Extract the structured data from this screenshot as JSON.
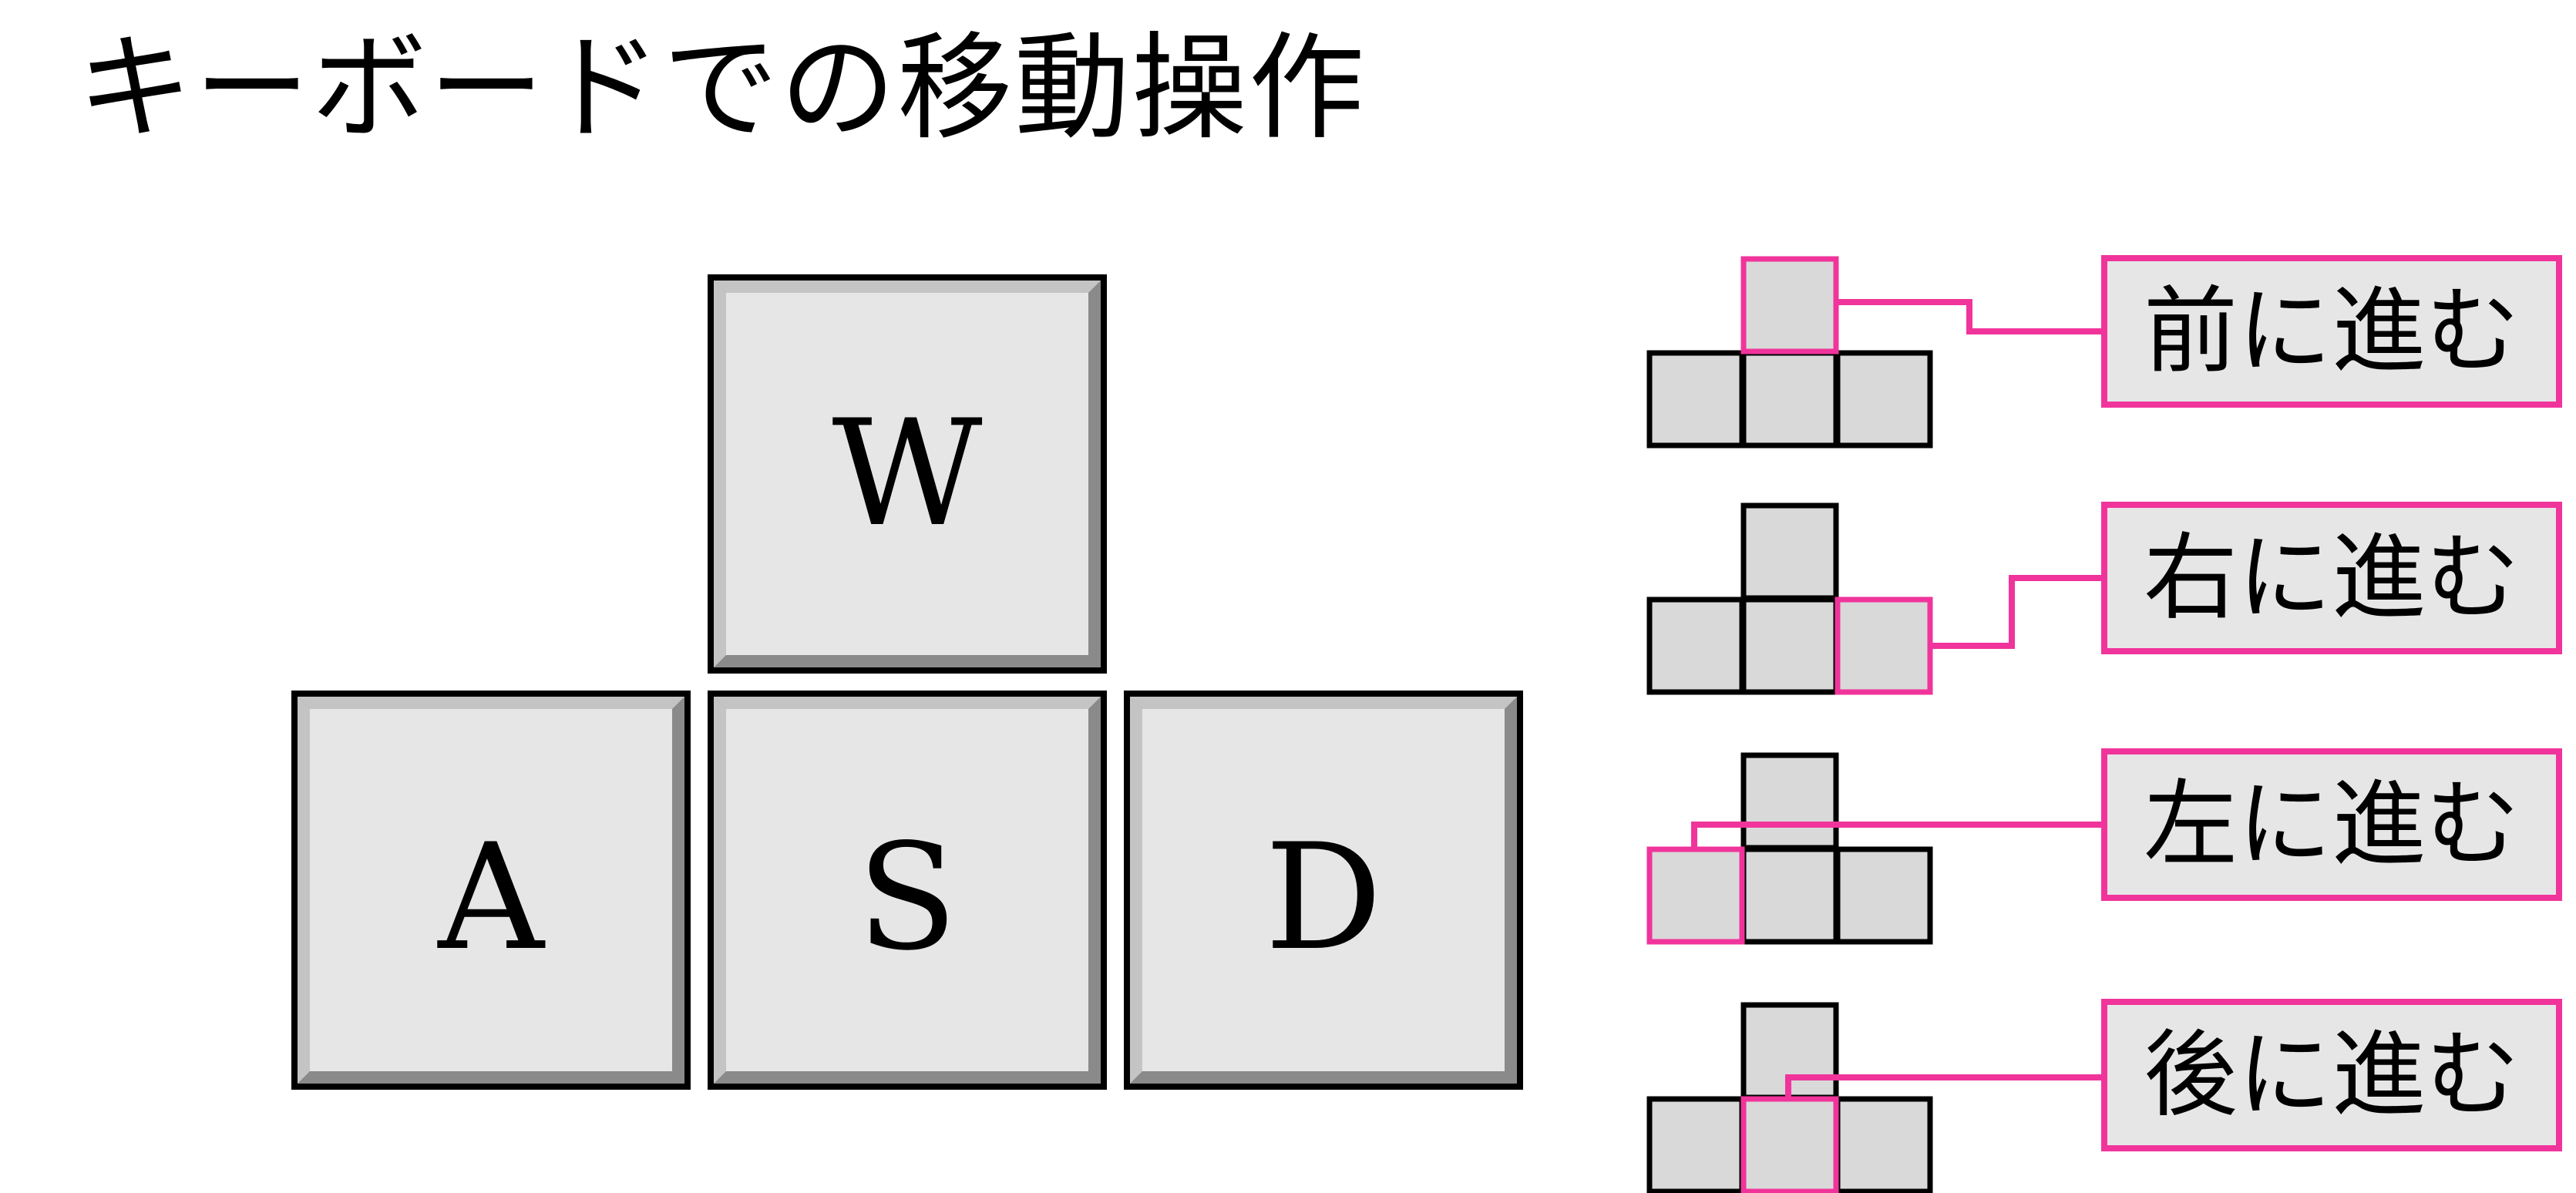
{
  "title": "キーボードでの移動操作",
  "colors": {
    "key_face": "#e6e6e6",
    "key_bevel_light": "#c4c4c4",
    "key_bevel_dark": "#8a8a8a",
    "key_border": "#000000",
    "mini_key_fill": "#d9d9d9",
    "highlight": "#f0349b",
    "label_fill": "#e6e6e6"
  },
  "keys": [
    {
      "id": "w",
      "letter": "W"
    },
    {
      "id": "a",
      "letter": "A"
    },
    {
      "id": "s",
      "letter": "S"
    },
    {
      "id": "d",
      "letter": "D"
    }
  ],
  "actions": [
    {
      "id": "forward",
      "label": "前に進む",
      "highlight_key": "w"
    },
    {
      "id": "right",
      "label": "右に進む",
      "highlight_key": "d"
    },
    {
      "id": "left",
      "label": "左に進む",
      "highlight_key": "a"
    },
    {
      "id": "back",
      "label": "後に進む",
      "highlight_key": "s"
    }
  ]
}
